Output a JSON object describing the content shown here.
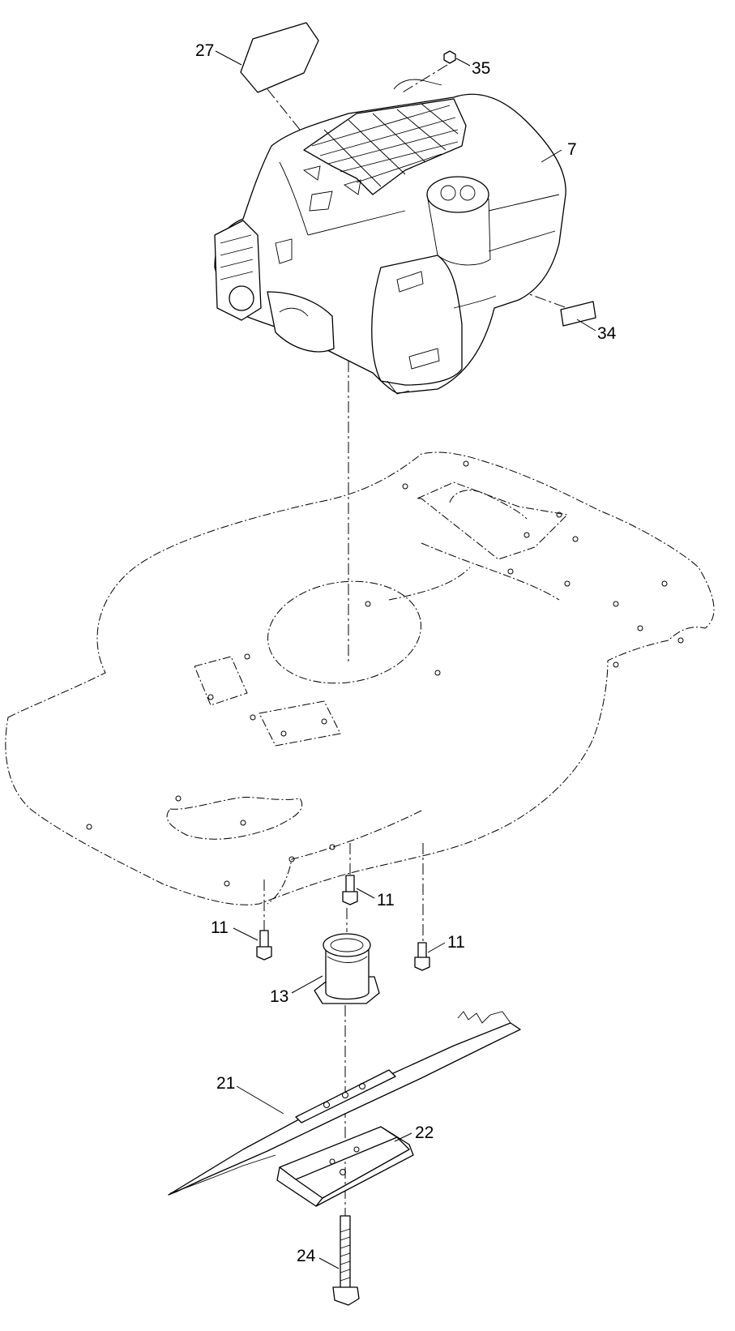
{
  "callouts": {
    "c27": "27",
    "c35": "35",
    "c7": "7",
    "c34": "34",
    "c11_center": "11",
    "c11_left": "11",
    "c11_right": "11",
    "c13": "13",
    "c21": "21",
    "c22": "22",
    "c24": "24"
  }
}
